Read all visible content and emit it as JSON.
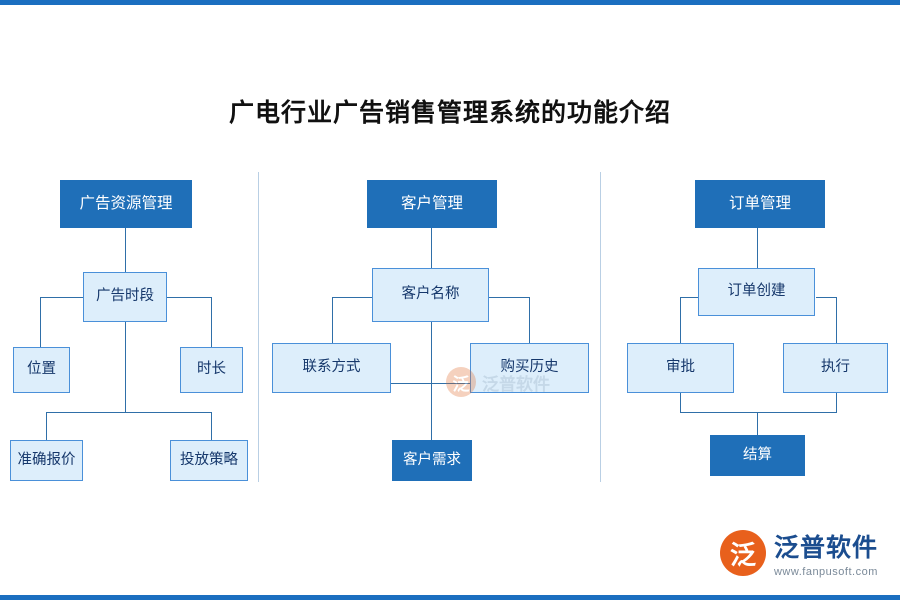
{
  "page": {
    "title": "广电行业广告销售管理系统的功能介绍",
    "accent_color": "#1f6fb8",
    "light_node_color": "#ddeefb",
    "border_color": "#1b6fc0"
  },
  "columns": [
    {
      "header": "广告资源管理",
      "nodes": [
        "广告时段",
        "位置",
        "时长",
        "准确报价",
        "投放策略"
      ]
    },
    {
      "header": "客户管理",
      "nodes": [
        "客户名称",
        "联系方式",
        "购买历史",
        "客户需求"
      ]
    },
    {
      "header": "订单管理",
      "nodes": [
        "订单创建",
        "审批",
        "执行",
        "结算"
      ]
    }
  ],
  "watermark": {
    "mark": "泛",
    "text": "泛普软件"
  },
  "logo": {
    "mark": "泛",
    "name": "泛普软件",
    "url": "www.fanpusoft.com"
  }
}
